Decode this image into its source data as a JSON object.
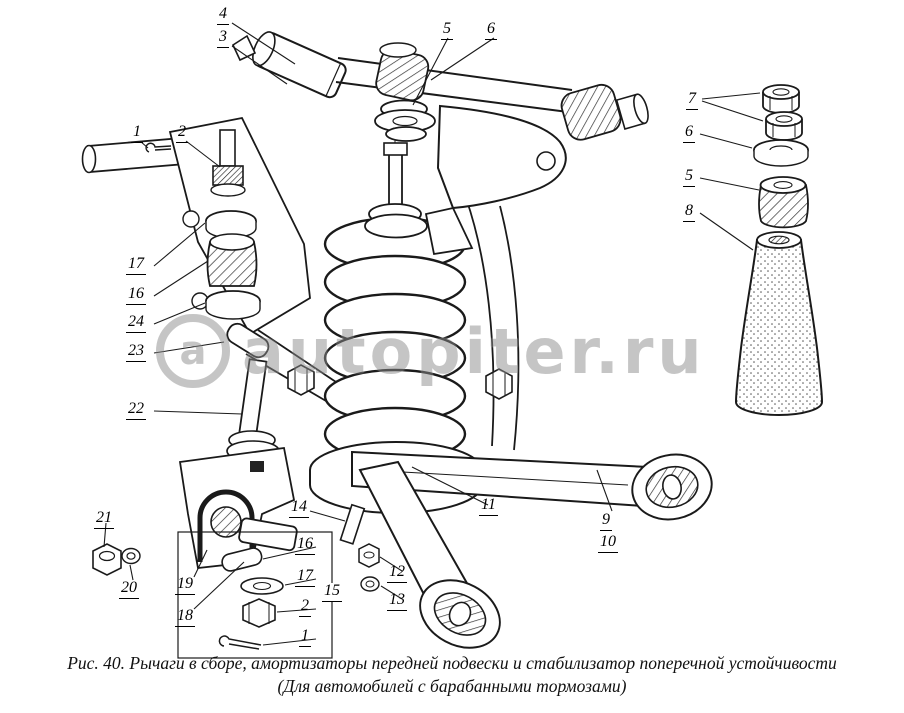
{
  "watermark": {
    "text": "autopiter.ru",
    "logo_letter": "a",
    "color": "#8d8d8d"
  },
  "caption": {
    "line1": "Рис. 40. Рычаги в сборе, амортизаторы передней подвески и стабилизатор поперечной устойчивости",
    "line2": "(Для автомобилей с барабанными тормозами)"
  },
  "colors": {
    "ink": "#1a1a1a",
    "background": "#ffffff"
  },
  "callouts": [
    {
      "label": "4"
    },
    {
      "label": "3"
    },
    {
      "label": "5"
    },
    {
      "label": "6"
    },
    {
      "label": "1"
    },
    {
      "label": "2"
    },
    {
      "label": "7"
    },
    {
      "label": "6"
    },
    {
      "label": "5"
    },
    {
      "label": "8"
    },
    {
      "label": "17"
    },
    {
      "label": "16"
    },
    {
      "label": "24"
    },
    {
      "label": "23"
    },
    {
      "label": "22"
    },
    {
      "label": "21"
    },
    {
      "label": "20"
    },
    {
      "label": "19"
    },
    {
      "label": "18"
    },
    {
      "label": "14"
    },
    {
      "label": "16"
    },
    {
      "label": "17"
    },
    {
      "label": "15"
    },
    {
      "label": "2"
    },
    {
      "label": "1"
    },
    {
      "label": "12"
    },
    {
      "label": "13"
    },
    {
      "label": "11"
    },
    {
      "label": "9"
    },
    {
      "label": "10"
    }
  ]
}
